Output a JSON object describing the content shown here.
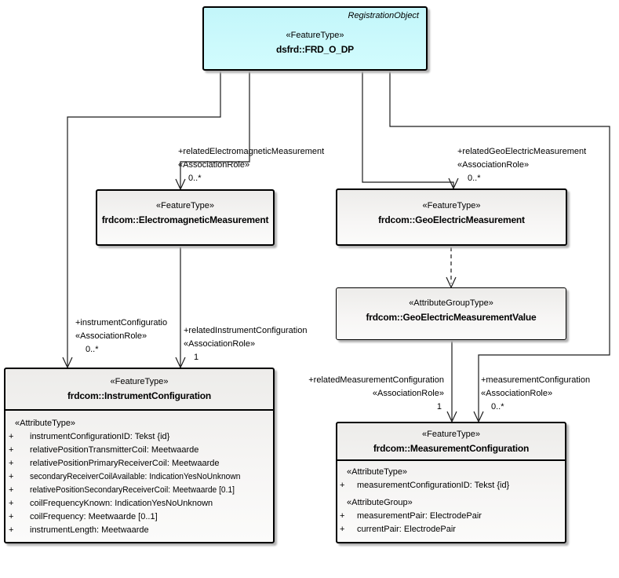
{
  "diagram": {
    "classes": {
      "frd_o_dp": {
        "tag": "RegistrationObject",
        "stereotype": "«FeatureType»",
        "name": "dsfrd::FRD_O_DP"
      },
      "electromagnetic_measurement": {
        "stereotype": "«FeatureType»",
        "name": "frdcom::ElectromagneticMeasurement"
      },
      "geo_electric_measurement": {
        "stereotype": "«FeatureType»",
        "name": "frdcom::GeoElectricMeasurement"
      },
      "geo_electric_measurement_value": {
        "stereotype": "«AttributeGroupType»",
        "name": "frdcom::GeoElectricMeasurementValue"
      },
      "instrument_configuration": {
        "stereotype": "«FeatureType»",
        "name": "frdcom::InstrumentConfiguration",
        "attr_heading": "«AttributeType»",
        "visibility": "+",
        "attrs": [
          "instrumentConfigurationID: Tekst {id}",
          "relativePositionTransmitterCoil: Meetwaarde",
          "relativePositionPrimaryReceiverCoil: Meetwaarde",
          "secondaryReceiverCoilAvailable: IndicationYesNoUnknown",
          "relativePositionSecondaryReceiverCoil: Meetwaarde [0.1]",
          "coilFrequencyKnown: IndicationYesNoUnknown",
          "coilFrequency: Meetwaarde [0..1]",
          "instrumentLength: Meetwaarde"
        ]
      },
      "measurement_configuration": {
        "stereotype": "«FeatureType»",
        "name": "frdcom::MeasurementConfiguration",
        "attr_heading": "«AttributeType»",
        "group_heading": "«AttributeGroup»",
        "visibility": "+",
        "attrs": [
          "measurementConfigurationID: Tekst {id}"
        ],
        "group_attrs": [
          "measurementPair: ElectrodePair",
          "currentPair: ElectrodePair"
        ]
      }
    },
    "connectors": {
      "related_electromagnetic_measurement": {
        "role": "+relatedElectromagneticMeasurement",
        "stereotype": "«AssociationRole»",
        "multiplicity": "0..*"
      },
      "related_geo_electric_measurement": {
        "role": "+relatedGeoElectricMeasurement",
        "stereotype": "«AssociationRole»",
        "multiplicity": "0..*"
      },
      "instrument_configuration": {
        "role": "+instrumentConfiguratio",
        "stereotype": "«AssociationRole»",
        "multiplicity": "0..*"
      },
      "related_instrument_configuration": {
        "role": "+relatedInstrumentConfiguration",
        "stereotype": "«AssociationRole»",
        "multiplicity": "1"
      },
      "related_measurement_configuration": {
        "role": "+relatedMeasurementConfiguration",
        "stereotype": "«AssociationRole»",
        "multiplicity": "1"
      },
      "measurement_configuration": {
        "role": "+measurementConfiguration",
        "stereotype": "«AssociationRole»",
        "multiplicity": "0..*"
      }
    },
    "colors": {
      "object_fill": "#cdfbfd",
      "class_fill": "#f0efed",
      "border": "#000000",
      "shadow": "#b4b4b4"
    }
  }
}
